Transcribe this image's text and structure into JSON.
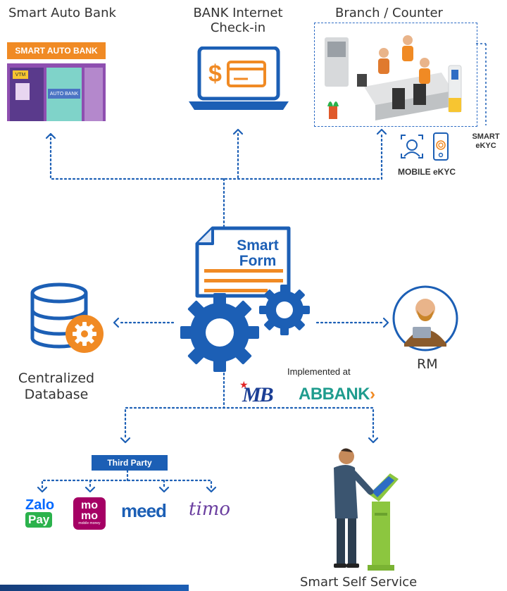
{
  "nodes": {
    "smart_auto_bank": {
      "label": "Smart Auto Bank",
      "sign": "SMART AUTO BANK",
      "vtm": "VTM",
      "auto_bank": "AUTO BANK"
    },
    "internet_checkin": {
      "label_line1": "BANK Internet",
      "label_line2": "Check-in"
    },
    "branch_counter": {
      "label": "Branch / Counter"
    },
    "smart_ekyc": {
      "line1": "SMART",
      "line2": "eKYC"
    },
    "mobile_ekyc": {
      "label": "MOBILE eKYC"
    },
    "smart_form": {
      "line1": "Smart",
      "line2": "Form"
    },
    "centralized_db": {
      "line1": "Centralized",
      "line2": "Database"
    },
    "rm": {
      "label": "RM"
    },
    "implemented": {
      "label": "Implemented at",
      "bank1": "MB",
      "bank2": "ABBANK"
    },
    "third_party": {
      "label": "Third Party"
    },
    "partners": {
      "zalo_top": "Zalo",
      "zalo_bottom": "Pay",
      "momo_top": "mo",
      "momo_bottom": "mo",
      "momo_sub": "mobile money",
      "meed": "meed",
      "timo": "timo"
    },
    "self_service": {
      "label": "Smart Self Service"
    }
  },
  "colors": {
    "primary_blue": "#1c5fb5",
    "orange": "#f08a24",
    "dark_blue": "#163d7a",
    "border_blue": "#2e6cc4",
    "timo_purple": "#6b3fa0",
    "momo": "#a50064",
    "zalo_blue": "#0068ff",
    "zalo_green": "#2bb24c",
    "kiosk_green": "#8cc63f"
  }
}
